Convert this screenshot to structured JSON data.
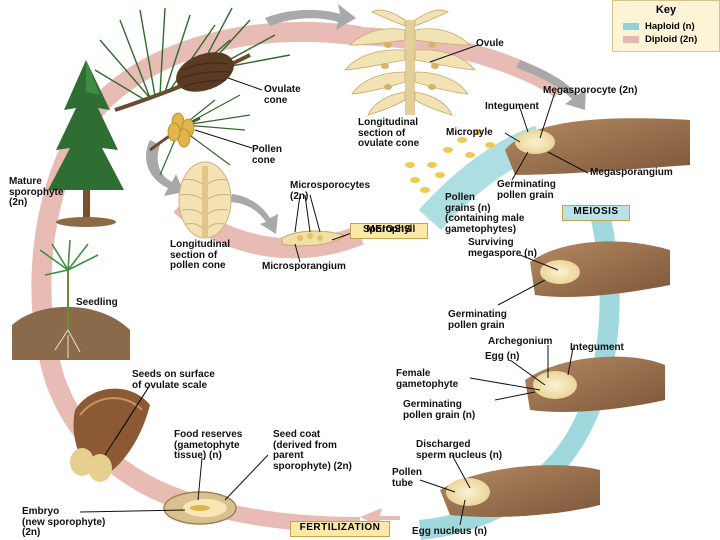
{
  "key": {
    "title": "Key",
    "items": [
      {
        "label": "Haploid (n)",
        "color": "#8fd3d9"
      },
      {
        "label": "Diploid (2n)",
        "color": "#e6b8b2"
      }
    ]
  },
  "boxes": {
    "meiosis_left": "MEIOSIS",
    "meiosis_right": "MEIOSIS",
    "fertilization": "FERTILIZATION"
  },
  "labels": {
    "ovulate_cone": "Ovulate\ncone",
    "pollen_cone": "Pollen\ncone",
    "mature_sporophyte": "Mature\nsporophyte\n(2n)",
    "long_section_ovulate": "Longitudinal\nsection of\novulate cone",
    "ovule": "Ovule",
    "megasporocyte": "Megasporocyte (2n)",
    "integument_top": "Integument",
    "micropyle": "Micropyle",
    "megasporangium": "Megasporangium",
    "germinating_pollen_top": "Germinating\npollen grain",
    "microsporocytes": "Microsporocytes\n(2n)",
    "pollen_grains": "Pollen\ngrains (n)\n(containing male\ngametophytes)",
    "long_section_pollen": "Longitudinal\nsection of\npollen cone",
    "sporophyll": "Sporophyll",
    "microsporangium": "Microsporangium",
    "surviving_megaspore": "Surviving\nmegaspore (n)",
    "seedling": "Seedling",
    "germinating_pollen_mid": "Germinating\npollen grain",
    "archegonium": "Archegonium",
    "integument_mid": "Integument",
    "egg": "Egg (n)",
    "female_gametophyte": "Female\ngametophyte",
    "germinating_pollen_low": "Germinating\npollen grain (n)",
    "seeds_on_scale": "Seeds on surface\nof ovulate scale",
    "food_reserves": "Food reserves\n(gametophyte\ntissue) (n)",
    "seed_coat": "Seed coat\n(derived from\nparent\nsporophyte) (2n)",
    "discharged_sperm": "Discharged\nsperm nucleus (n)",
    "pollen_tube": "Pollen\ntube",
    "egg_nucleus": "Egg nucleus (n)",
    "embryo": "Embryo\n(new sporophyte)\n(2n)"
  }
}
